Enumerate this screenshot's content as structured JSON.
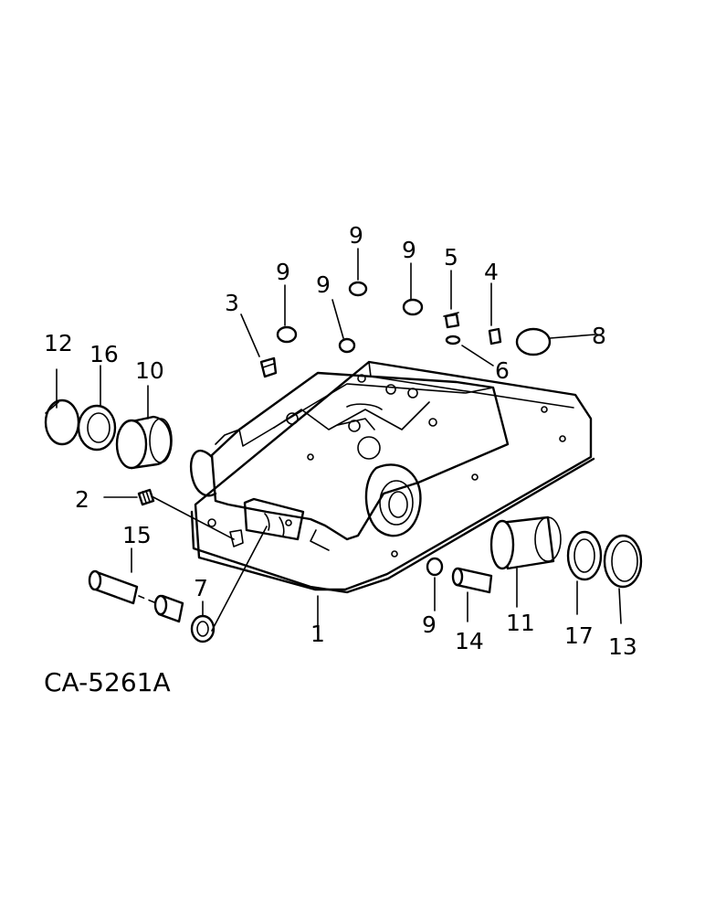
{
  "diagram_code": "CA-5261A",
  "callouts": {
    "c1": "1",
    "c2": "2",
    "c3": "3",
    "c4": "4",
    "c5": "5",
    "c6": "6",
    "c7": "7",
    "c8": "8",
    "c9a": "9",
    "c9b": "9",
    "c9c": "9",
    "c9d": "9",
    "c9e": "9",
    "c10": "10",
    "c11": "11",
    "c12": "12",
    "c13": "13",
    "c14": "14",
    "c15": "15",
    "c16": "16",
    "c17": "17"
  }
}
